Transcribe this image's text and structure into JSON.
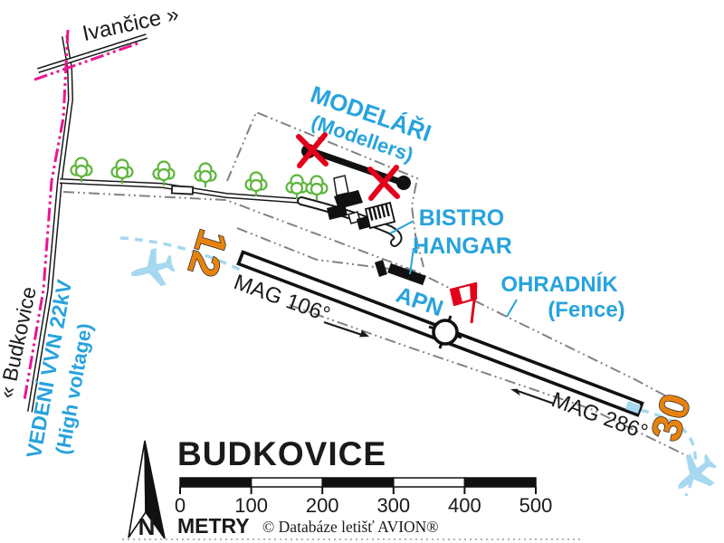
{
  "title": "BUDKOVICE",
  "north": {
    "label": "N"
  },
  "scale_bar": {
    "unit": "METRY",
    "ticks": [
      "0",
      "100",
      "200",
      "300",
      "400",
      "500"
    ]
  },
  "copyright": "© Databáze letišť AVION®",
  "roads": {
    "ivancice": "Ivančice »",
    "budkovice": "« Budkovice"
  },
  "power_line": {
    "label_cz": "VEDENÍ VVN 22kV",
    "label_en": "(High voltage)"
  },
  "areas": {
    "modellers_cz": "MODELÁŘI",
    "modellers_en": "(Modellers)",
    "bistro": "BISTRO",
    "hangar": "HANGAR",
    "apron": "APN",
    "fence_cz": "OHRADNÍK",
    "fence_en": "(Fence)"
  },
  "runway": {
    "number_12": "12",
    "number_30": "30",
    "heading_12": "MAG 106°",
    "heading_30": "MAG 286°"
  },
  "colors": {
    "label_blue": "#27A3DD",
    "runway_orange": "#E8820E",
    "power_magenta": "#EC1490",
    "tree_green": "#5CB53A",
    "circuit_blue": "#A6D8F0",
    "warning_red": "#E3001B",
    "fence_gray": "#828282",
    "ink_black": "#1A1A1A"
  }
}
